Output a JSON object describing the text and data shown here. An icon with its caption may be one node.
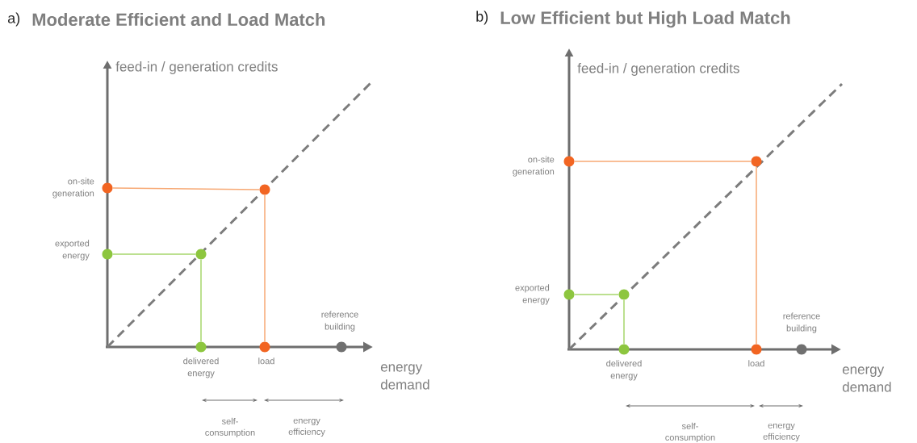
{
  "diagram": {
    "nodes": [
      {
        "text": [],
        "shape": "circle",
        "beside": [
          "on-site generation"
        ]
      },
      {
        "text": [],
        "shape": "circle"
      },
      {
        "text": [],
        "shape": "circle",
        "beside": [
          "load"
        ]
      },
      {
        "text": [],
        "shape": "circle",
        "beside": [
          "exported energy"
        ]
      },
      {
        "text": [],
        "shape": "circle"
      },
      {
        "text": [],
        "shape": "circle",
        "beside": [
          "delivered energy"
        ]
      },
      {
        "text": [],
        "shape": "circle",
        "beside": [
          "reference building"
        ]
      },
      {
        "text": [],
        "shape": "circle",
        "beside": [
          "on-site generation"
        ]
      },
      {
        "text": [],
        "shape": "circle"
      },
      {
        "text": [],
        "shape": "circle",
        "beside": [
          "load"
        ]
      },
      {
        "text": [],
        "shape": "circle",
        "beside": [
          "exported energy"
        ]
      },
      {
        "text": [],
        "shape": "circle"
      },
      {
        "text": [],
        "shape": "circle",
        "beside": [
          "delivered energy"
        ]
      },
      {
        "text": [],
        "shape": "circle",
        "beside": [
          "reference building"
        ]
      }
    ],
    "edges": [
      {
        "from": 0,
        "to": 1,
        "arrow": "none",
        "color": "#f7a873"
      },
      {
        "from": 1,
        "to": 2,
        "arrow": "none",
        "color": "#f7a873"
      },
      {
        "from": 3,
        "to": 4,
        "arrow": "none",
        "color": "#a6d66b"
      },
      {
        "from": 4,
        "to": 5,
        "arrow": "none",
        "color": "#a6d66b"
      },
      {
        "from": 7,
        "to": 8,
        "arrow": "none",
        "color": "#f7a873"
      },
      {
        "from": 8,
        "to": 9,
        "arrow": "none",
        "color": "#f7a873"
      },
      {
        "from": 10,
        "to": 11,
        "arrow": "none",
        "color": "#a6d66b"
      },
      {
        "from": 11,
        "to": 12,
        "arrow": "none",
        "color": "#a6d66b"
      }
    ],
    "labels": [
      "a)",
      "Moderate Efficient and Load Match",
      "feed-in / generation credits",
      "energy demand",
      "self-consumption",
      "energy efficiency",
      "b)",
      "Low Efficient but High Load Match",
      "feed-in / generation credits",
      "energy demand",
      "self-consumption",
      "energy efficiency"
    ]
  }
}
